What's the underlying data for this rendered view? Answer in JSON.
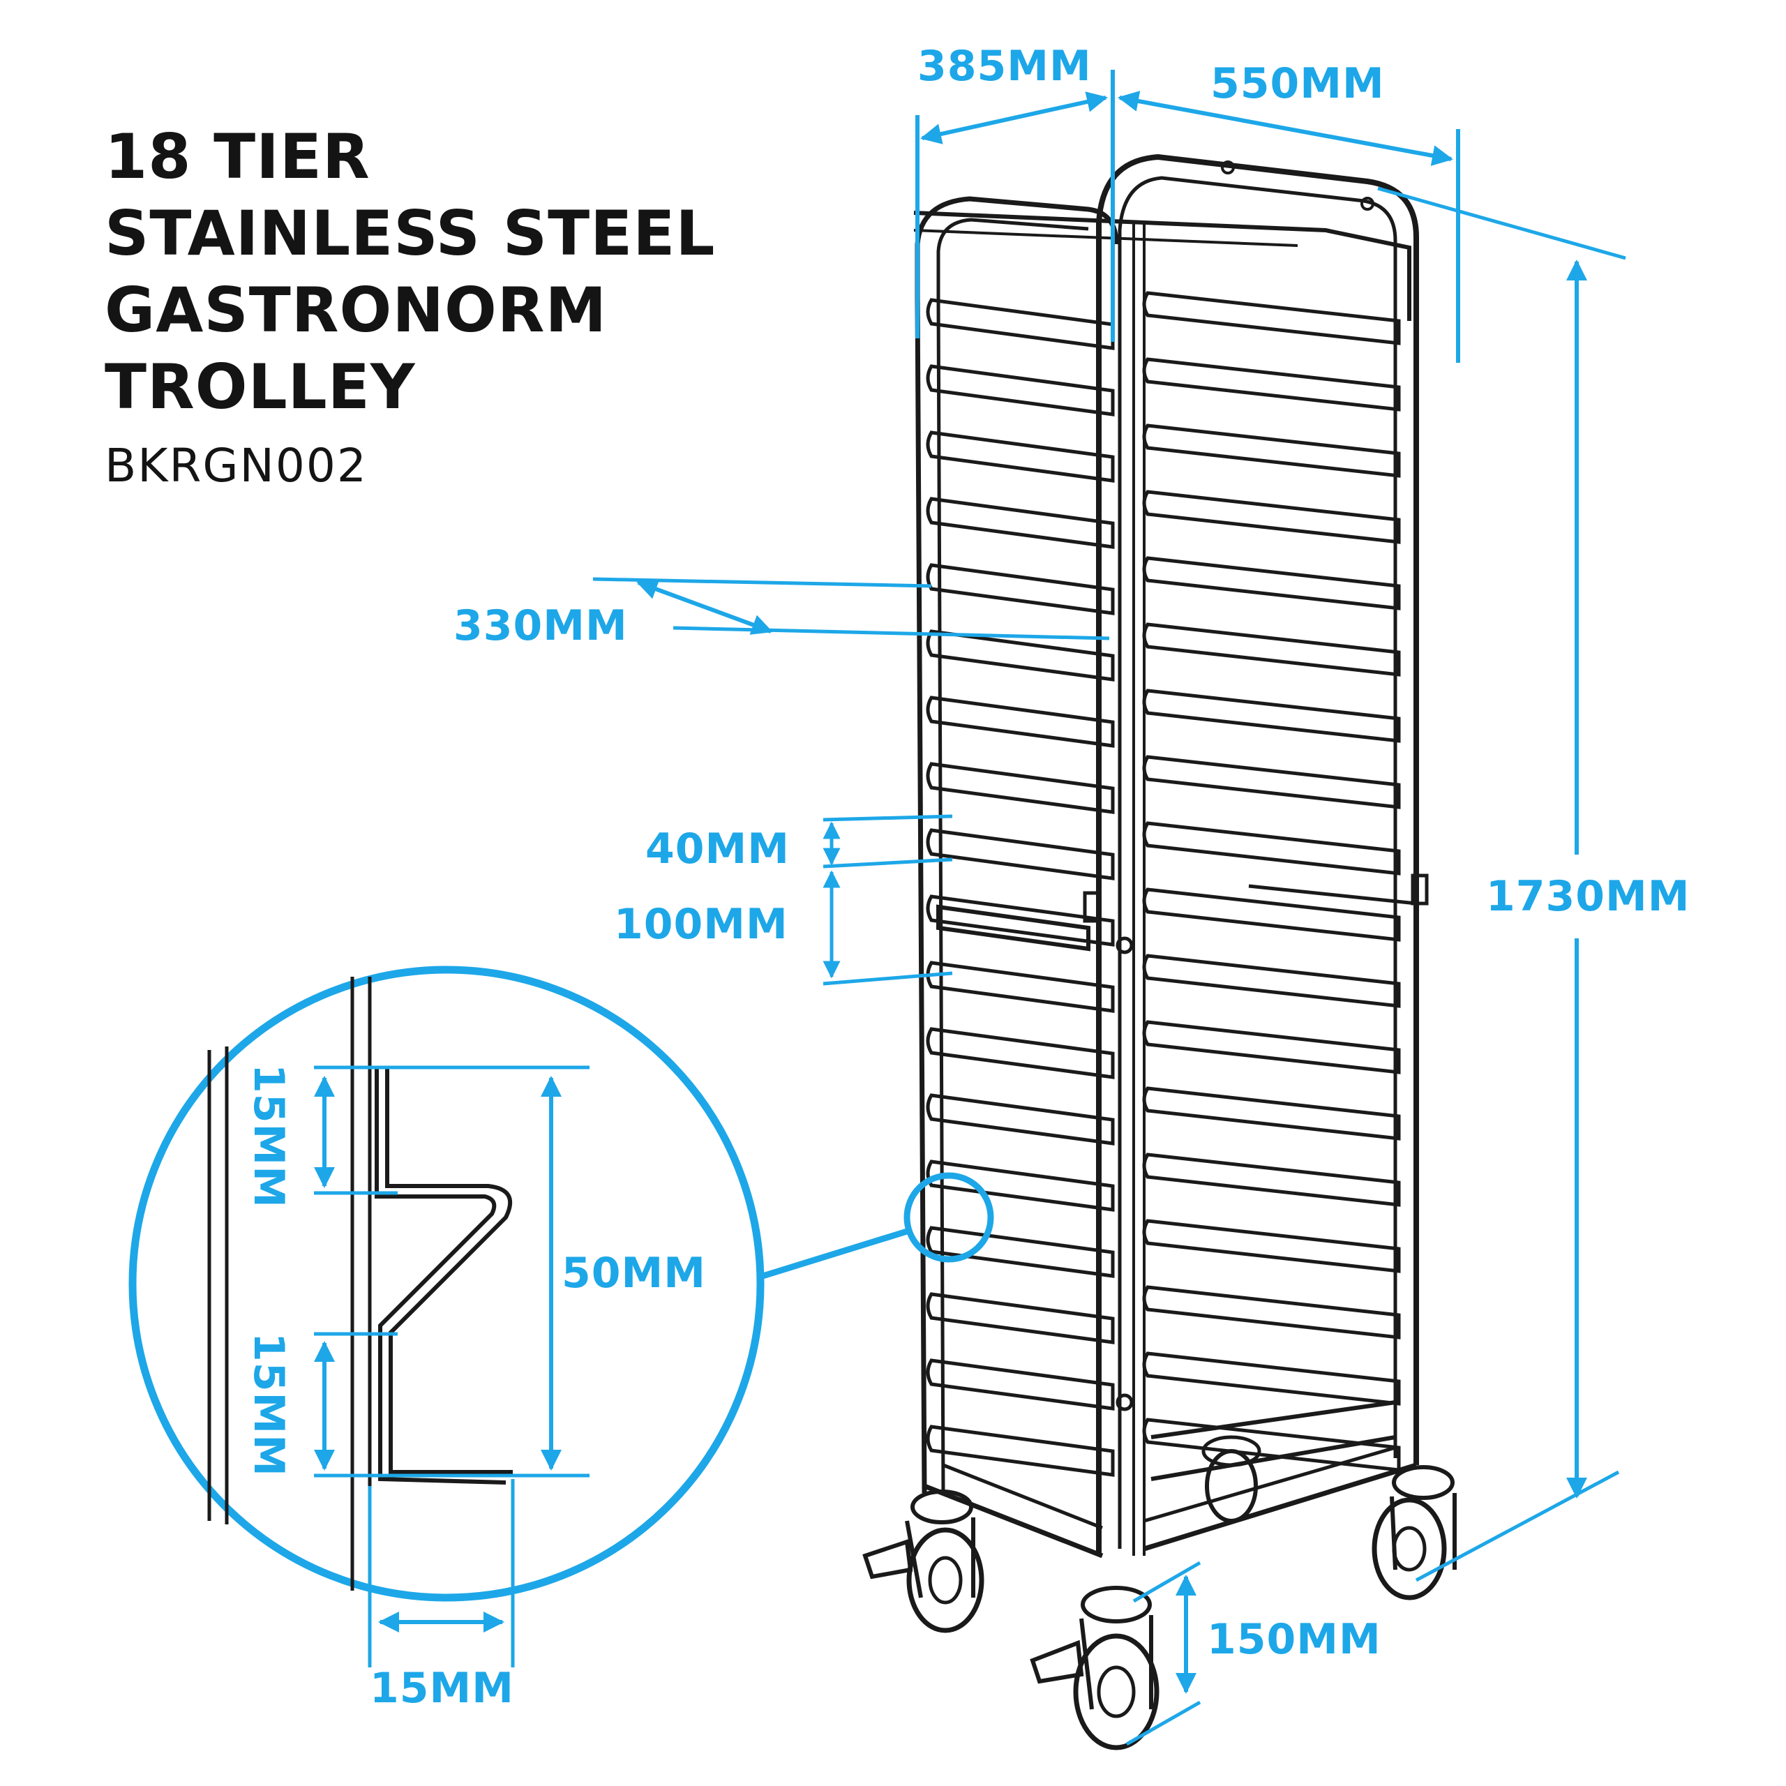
{
  "title": {
    "line1": "18 TIER",
    "line2": "STAINLESS STEEL",
    "line3": "GASTRONORM",
    "line4": "TROLLEY"
  },
  "sku": "BKRGN002",
  "dimensions": {
    "depth": "385MM",
    "width": "550MM",
    "height": "1730MM",
    "inner_width": "330MM",
    "runner_gap": "40MM",
    "runner_pitch": "100MM",
    "castor_height": "150MM",
    "detail_upper": "15MM",
    "detail_lower": "15MM",
    "detail_total": "50MM",
    "detail_depth": "15MM"
  },
  "colors": {
    "accent": "#1da7e8",
    "ink": "#141414"
  },
  "icons": {
    "detail_callout": "zoom-circle-icon",
    "castor": "castor-wheel-icon"
  }
}
